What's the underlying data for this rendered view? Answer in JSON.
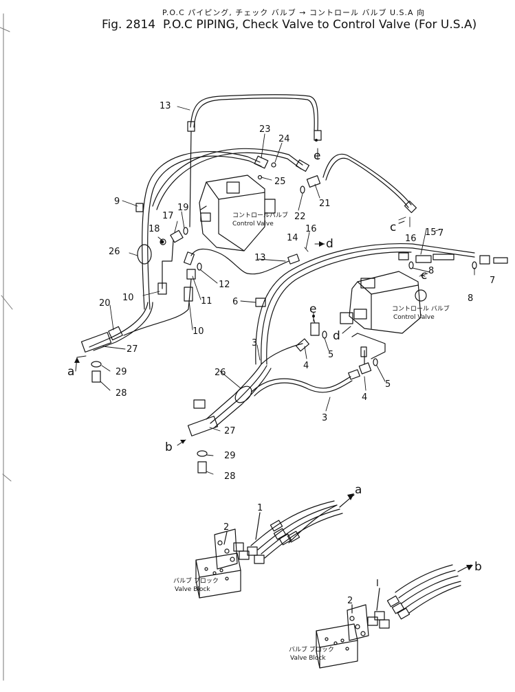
{
  "header": {
    "subtitle_jp": "P.O.C  パイピング, チェック バルブ → コントロール バルブ    U.S.A 向",
    "fig_label": "Fig. 2814",
    "fig_title": "P.O.C PIPING, Check Valve to Control Valve (For U.S.A)"
  },
  "labels": {
    "l13a": "13",
    "l23": "23",
    "l24": "24",
    "le1": "e",
    "l25": "25",
    "l9": "9",
    "l21": "21",
    "l22": "22",
    "l17": "17",
    "l19": "19",
    "l18": "18",
    "l16a": "16",
    "lc1": "c",
    "l15": "15",
    "l16b": "16",
    "l7a": "7",
    "l14": "14",
    "ld1": "d",
    "l26a": "26",
    "l13b": "13",
    "l8a": "8",
    "lc2": "c",
    "l7b": "7",
    "l12": "12",
    "l10a": "10",
    "l11": "11",
    "l8b": "8",
    "l6": "6",
    "l20": "20",
    "l10b": "10",
    "le2": "e",
    "ld2": "d",
    "l3a": "3",
    "l27a": "27",
    "la1": "a",
    "l29a": "29",
    "l5a": "5",
    "l4a": "4",
    "l28a": "28",
    "l26b": "26",
    "l5b": "5",
    "l4b": "4",
    "l3b": "3",
    "l27b": "27",
    "lb1": "b",
    "l29b": "29",
    "l28b": "28",
    "la2": "a",
    "l1a": "1",
    "l2a": "2",
    "lb2": "b",
    "l1b": "I",
    "l2b": "2"
  },
  "captions": {
    "cv1_jp": "コントロールバルブ",
    "cv1_en": "Control Valve",
    "cv2_jp": "コントロール バルブ",
    "cv2_en": "Control Valve",
    "vb1_jp": "バルブ ブロック",
    "vb1_en": "Valve Block",
    "vb2_jp": "バルブ ブロック",
    "vb2_en": "Valve Block"
  },
  "colors": {
    "ink": "#111111",
    "paper": "#ffffff"
  }
}
